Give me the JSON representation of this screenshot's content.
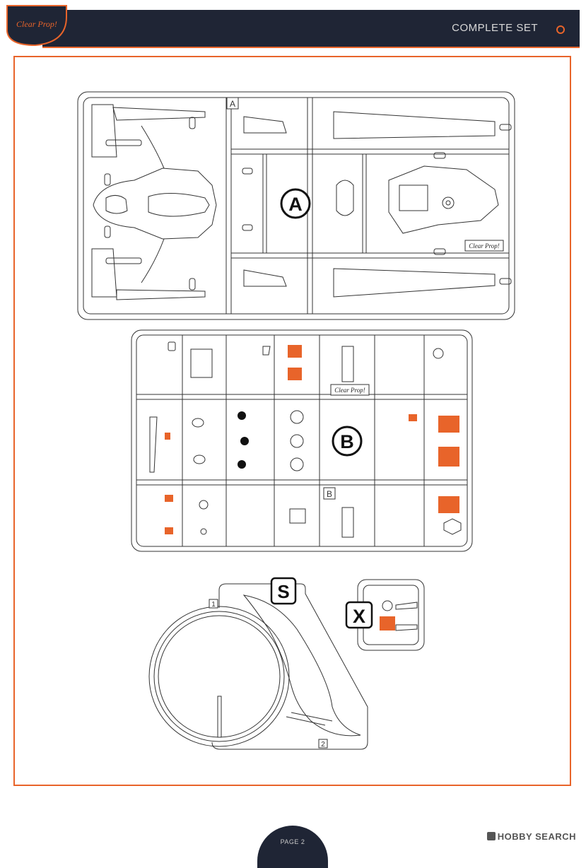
{
  "header": {
    "title": "COMPLETE SET",
    "logo_text": "Clear Prop!"
  },
  "sprues": {
    "a": {
      "letter": "A",
      "tag": "A",
      "brand": "Clear Prop!"
    },
    "b": {
      "letter": "B",
      "tag": "B",
      "brand": "Clear Prop!"
    },
    "s": {
      "letter": "S",
      "part_numbers": [
        "1",
        "2"
      ]
    },
    "x": {
      "letter": "X"
    }
  },
  "footer": {
    "page_label": "PAGE 2",
    "watermark": "HOBBY SEARCH"
  },
  "colors": {
    "accent": "#e8642a",
    "header_bg": "#1f2535"
  }
}
